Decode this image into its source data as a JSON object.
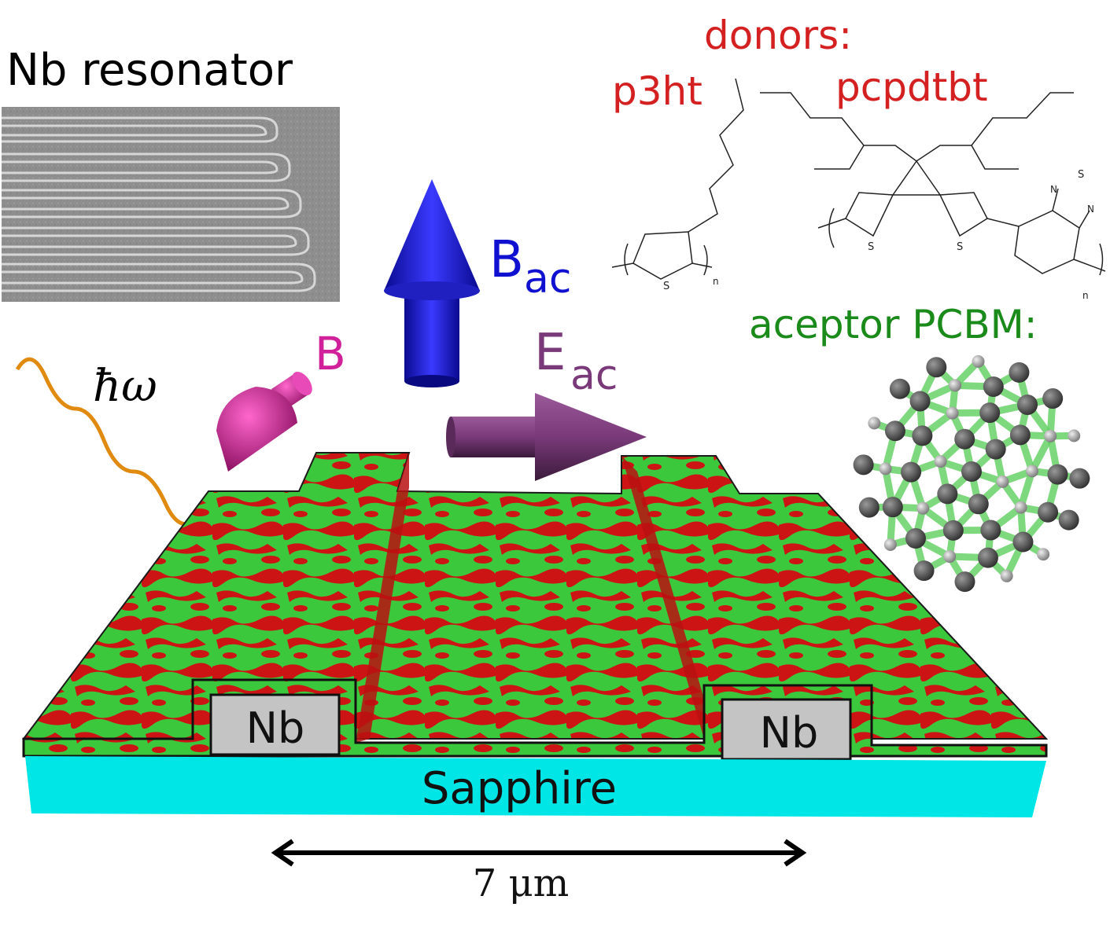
{
  "figure": {
    "resonator_title": "Nb resonator",
    "donors_title": "donors:",
    "donor_1": "p3ht",
    "donor_2": "pcpdtbt",
    "acceptor_title": "aceptor PCBM:",
    "field_b": "B",
    "field_bac_main": "B",
    "field_bac_sub": "ac",
    "field_eac_main": "E",
    "field_eac_sub": "ac",
    "photon": "ħω",
    "electrode_left": "Nb",
    "electrode_right": "Nb",
    "substrate": "Sapphire",
    "scale": "7 μm",
    "atom_s": "S",
    "atom_n": "N",
    "repeat_n": "n"
  },
  "colors": {
    "donor_red": "#d42020",
    "acceptor_green": "#1a8a1a",
    "bac_blue": "#1010d0",
    "eac_purple": "#7a3a7a",
    "b_magenta": "#d0209a",
    "photon_orange": "#e08a10",
    "sapphire_cyan": "#00e5e5",
    "film_green": "#3cc83c",
    "film_red": "#cc1414",
    "nb_gray": "#c4c4c4"
  },
  "icons": [
    "film-layer-icon",
    "magnetic-moment-icon",
    "photon-wave-icon",
    "fullerene-icon"
  ]
}
